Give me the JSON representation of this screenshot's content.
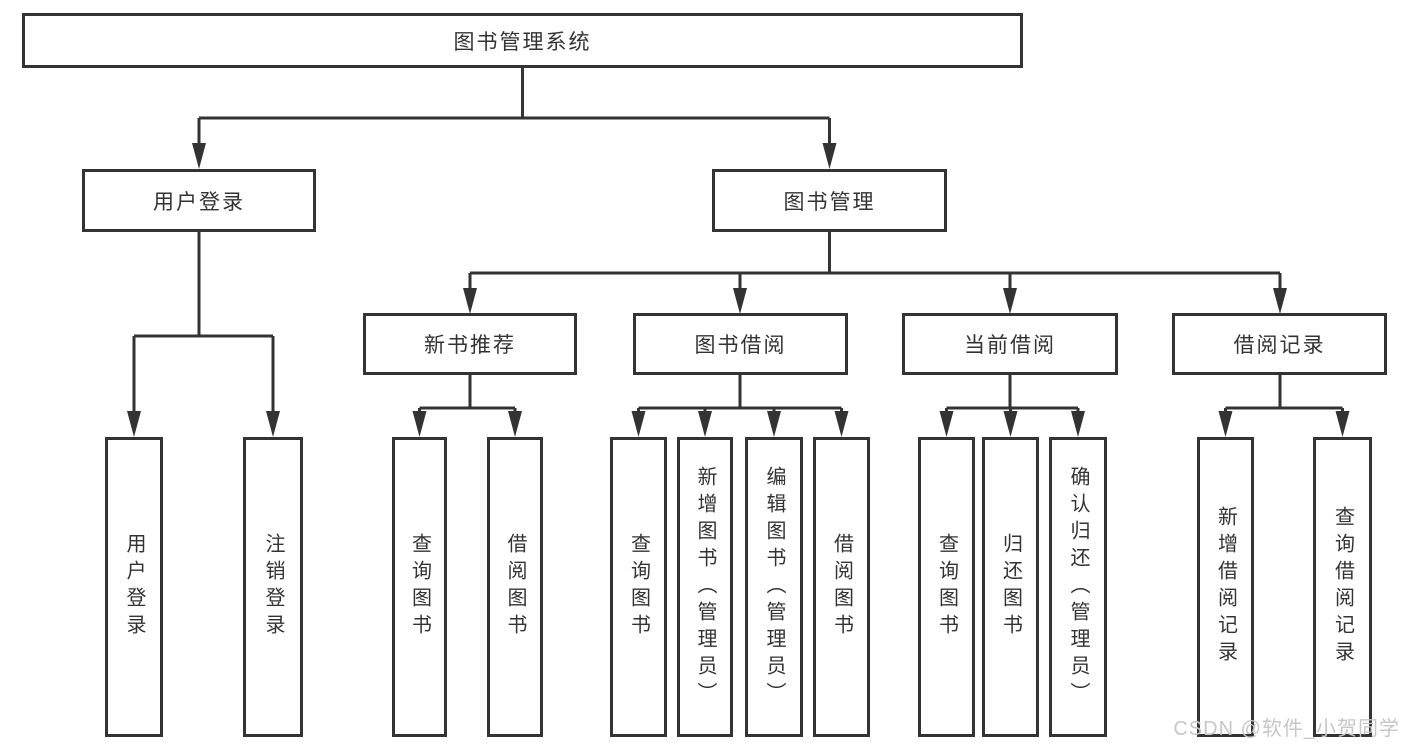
{
  "tree": {
    "root": {
      "label": "图书管理系统"
    },
    "branches": [
      {
        "label": "用户登录",
        "children": [
          {
            "label": "用户登录"
          },
          {
            "label": "注销登录"
          }
        ]
      },
      {
        "label": "图书管理",
        "children": [
          {
            "label": "新书推荐",
            "children": [
              {
                "label": "查询图书"
              },
              {
                "label": "借阅图书"
              }
            ]
          },
          {
            "label": "图书借阅",
            "children": [
              {
                "label": "查询图书"
              },
              {
                "label": "新增图书（管理员）"
              },
              {
                "label": "编辑图书（管理员）"
              },
              {
                "label": "借阅图书"
              }
            ]
          },
          {
            "label": "当前借阅",
            "children": [
              {
                "label": "查询图书"
              },
              {
                "label": "归还图书"
              },
              {
                "label": "确认归还（管理员）"
              }
            ]
          },
          {
            "label": "借阅记录",
            "children": [
              {
                "label": "新增借阅记录"
              },
              {
                "label": "查询借阅记录"
              }
            ]
          }
        ]
      }
    ]
  },
  "watermark": {
    "text": "CSDN @软件_小贺同学"
  },
  "colors": {
    "line": "#333333",
    "text": "#333333",
    "watermark": "#c6c6c6",
    "background": "#ffffff"
  }
}
